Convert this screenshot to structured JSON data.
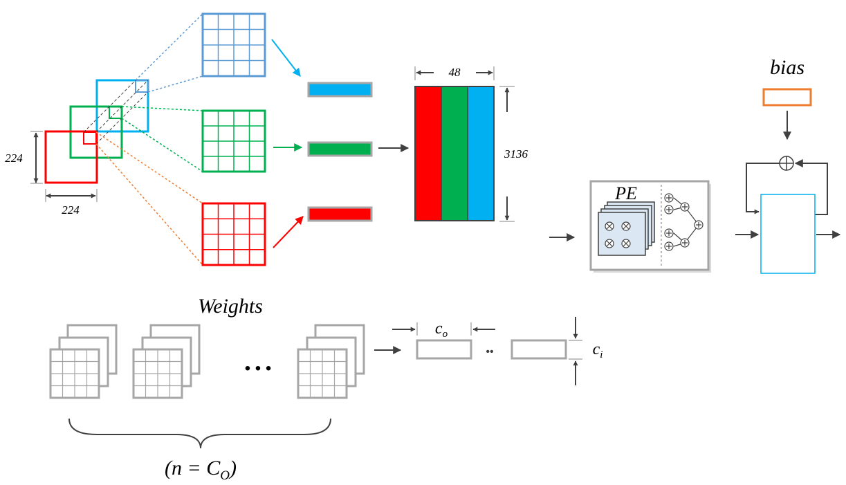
{
  "input": {
    "width_label": "224",
    "height_label": "224"
  },
  "flattened_matrix": {
    "width_label": "48",
    "height_label": "3136"
  },
  "pe_block": {
    "label": "PE"
  },
  "bias_block": {
    "label": "bias"
  },
  "weights": {
    "title": "Weights",
    "ellipsis": "• • •",
    "count_label_prefix": "(n = C",
    "count_label_sub": "O",
    "count_label_suffix": ")"
  },
  "weight_vectors": {
    "width_label_main": "c",
    "width_label_sub": "o",
    "height_label_main": "c",
    "height_label_sub": "i",
    "dots": "••"
  },
  "colors": {
    "red": "#ff0000",
    "green": "#00b050",
    "blue": "#00b0f0",
    "grid_blue": "#5b9bd5",
    "orange": "#ed7d31",
    "gray": "#a6a6a6",
    "pe_fill": "#dbe7f3"
  }
}
